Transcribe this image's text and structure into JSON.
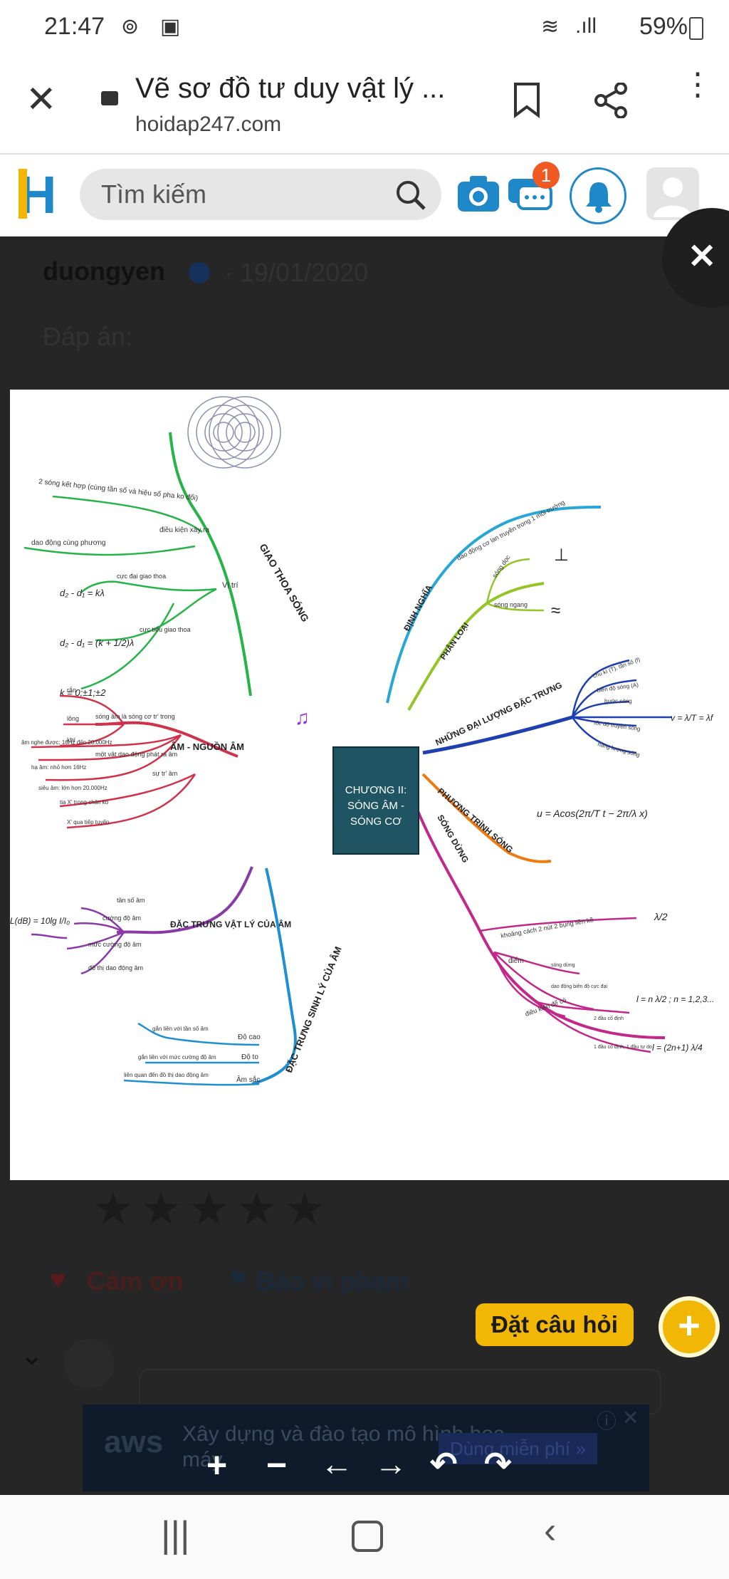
{
  "status_bar": {
    "time": "21:47",
    "battery": "59%"
  },
  "browser": {
    "page_title": "Vẽ sơ đồ tư duy vật lý ...",
    "url": "hoidap247.com"
  },
  "site_header": {
    "logo_letter": "H",
    "search_placeholder": "Tìm kiếm",
    "notification_count": "1"
  },
  "post": {
    "username": "duongyen",
    "date": "· 19/01/2020",
    "answer_label": "Đáp án:"
  },
  "mindmap": {
    "center": [
      "CHƯƠNG II:",
      "SÓNG ÂM -",
      "SÓNG CƠ"
    ],
    "branches": {
      "giao_thoa": "GIAO THOA SÓNG",
      "am_nguon_am": "ÂM - NGUỒN ÂM",
      "dac_trung_vat_ly": "ĐẶC TRƯNG VẬT LÝ CỦA ÂM",
      "dac_trung_sinh_ly": "ĐẶC TRƯNG SINH LÝ CỦA ÂM",
      "dinh_nghia": "ĐỊNH NGHĨA",
      "phan_loai": "PHÂN LOẠI",
      "dai_luong": "NHỮNG ĐẠI LƯỢNG ĐẶC TRƯNG",
      "phuong_trinh": "PHƯƠNG TRÌNH SÓNG",
      "song_dung": "SÓNG DỪNG"
    },
    "leaves": {
      "giao_thoa_1": "2 sóng kết hợp (cùng tần số và hiệu số pha ko đổi)",
      "giao_thoa_2": "dao động cùng phương",
      "dieu_kien": "điều kiện xảy ra",
      "vi_tri": "Vị trí",
      "cuc_dai": "cực đại giao thoa",
      "cuc_tieu": "cực tiểu giao thoa",
      "f_cd": "d₂ - d₁ = kλ",
      "f_ct": "d₂ - d₁ = (k + 1/2)λ",
      "f_k": "k = 0;±1;±2",
      "am_1": "sóng âm là sóng cơ tr' trong",
      "am_r": "rắn",
      "am_l": "lỏng",
      "am_k": "khí",
      "am_2": "một vật dao động phát ra âm",
      "am_3": "âm nghe được: 16Hz đến 20.000Hz",
      "am_4": "hạ âm: nhỏ hơn 16Hz",
      "am_5": "siêu âm: lớn hơn 20.000Hz",
      "am_6": "tia X' trong chân ko",
      "am_7": "X' qua tiếp tuyến",
      "su_tr_am": "sự tr' âm",
      "vl_1": "tần số âm",
      "vl_2": "cường độ âm",
      "vl_3": "mức cường độ âm",
      "vl_4": "đồ thị dao động âm",
      "vl_f": "L(dB) = 10lg I/I₀",
      "sl_1": "gắn liền với tần số âm",
      "sl_2": "gắn liền với mức cường độ âm",
      "sl_3": "liên quan đến đồ thị dao động âm",
      "do_cao": "Độ cao",
      "do_to": "Độ to",
      "am_sac": "Âm sắc",
      "dn_1": "dao động cơ lan truyền trong 1 môi trường",
      "pl_1": "sóng dọc",
      "pl_2": "sóng ngang",
      "dl_1": "chu kì (T), tần số (f)",
      "dl_2": "biên độ sóng (A)",
      "dl_3": "bước sóng",
      "dl_4": "tốc độ truyền sóng",
      "dl_5": "năng lượng sóng",
      "dl_f": "v = λ/T = λf",
      "pt_f": "u = Acos(2π/T t − 2π/λ x)",
      "sd_1": "khoảng cách 2 nút 2 bụng liền kề",
      "sd_f1": "λ/2",
      "sd_2": "điểm",
      "sd_3": "sóng dừng",
      "sd_4": "dao động biên độ cực đại",
      "sd_5": "điều kiện để có",
      "sd_f2": "l = n λ/2 ; n = 1,2,3...",
      "sd_6": "2 đầu cố định",
      "sd_7": "1 đầu cố định, 1 đầu tự do",
      "sd_f3": "l = (2n+1) λ/4"
    }
  },
  "actions": {
    "thanks": "Cảm ơn",
    "report": "Báo vi phạm",
    "ask_question": "Đặt câu hỏi"
  },
  "ad": {
    "brand": "aws",
    "text": "Xây dựng và đào tạo mô hình học máy",
    "cta": "Dùng miễn phí »"
  },
  "viewer_tools": [
    "+",
    "−",
    "←",
    "→",
    "↶",
    "↷"
  ],
  "colors": {
    "overlay": "#262626",
    "accent_yellow": "#f2b705",
    "brand_blue": "#1e88c8",
    "notification": "#f05a22"
  }
}
